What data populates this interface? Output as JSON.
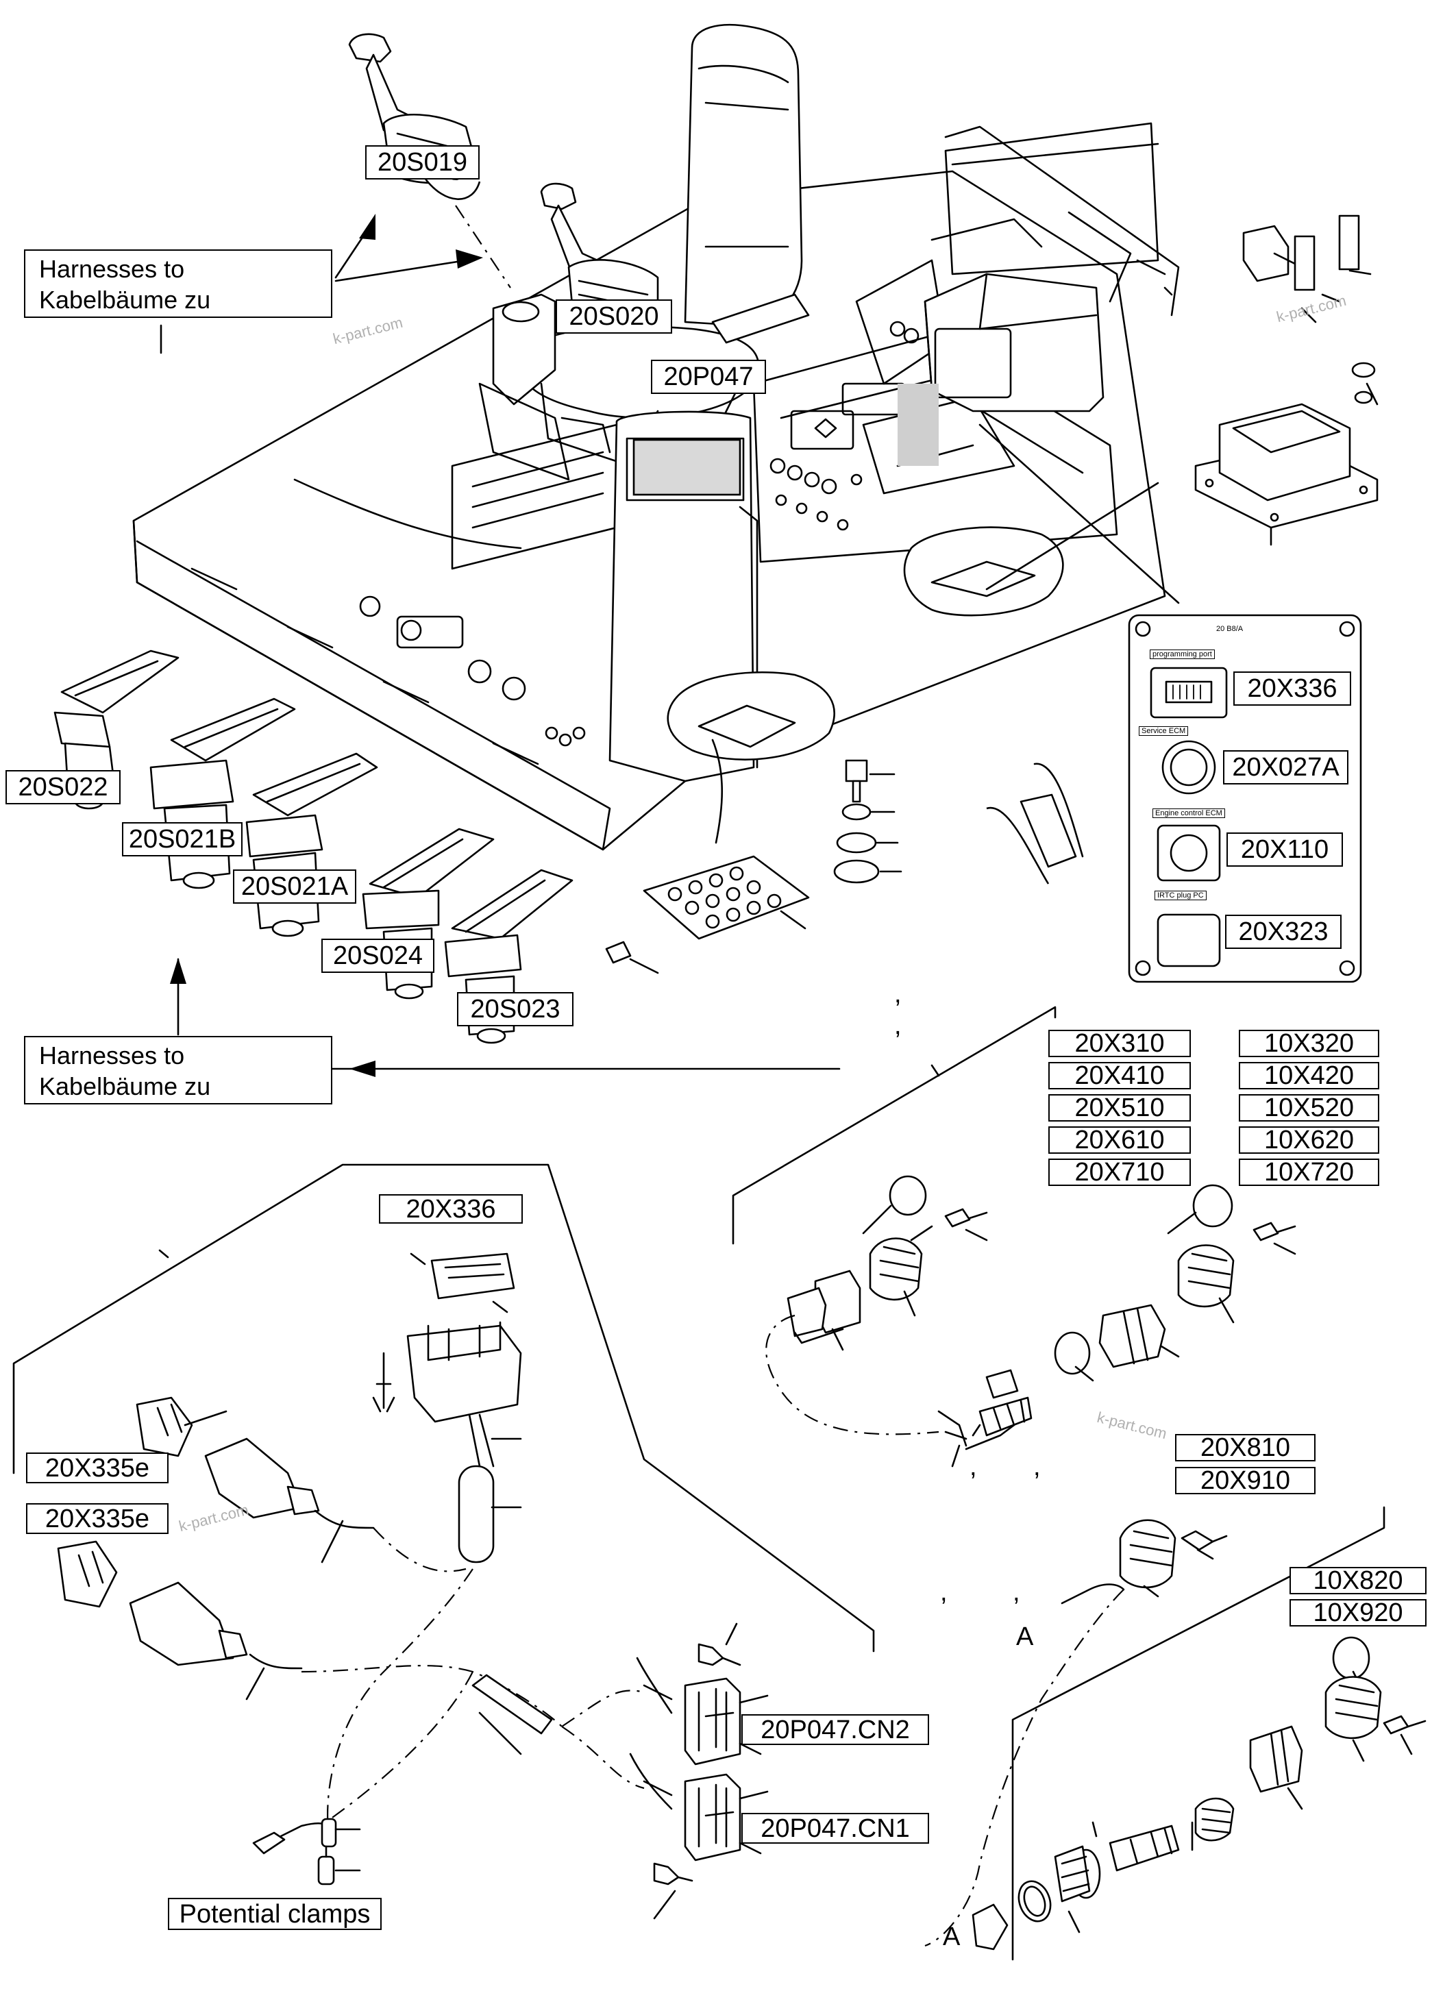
{
  "harness_notes": {
    "top": {
      "line1": "Harnesses to",
      "line2": "Kabelbäume zu"
    },
    "middle": {
      "line1": "Harnesses to",
      "line2": "Kabelbäume zu"
    }
  },
  "components": {
    "joystick_left": "20S019",
    "joystick_right": "20S020",
    "display": "20P047",
    "pedal_1": "20S022",
    "pedal_2": "20S021B",
    "pedal_3": "20S021A",
    "pedal_4": "20S024",
    "pedal_5": "20S023"
  },
  "connector_panel": {
    "title": "20 B8/A",
    "connectors": [
      "20X336",
      "20X027A",
      "20X110",
      "20X323"
    ],
    "captions": [
      "programming port",
      "Service ECM",
      "Engine control ECM",
      "IRTC plug PC"
    ]
  },
  "connector_table": {
    "left": [
      "20X310",
      "20X410",
      "20X510",
      "20X610",
      "20X710"
    ],
    "right": [
      "10X320",
      "10X420",
      "10X520",
      "10X620",
      "10X720"
    ]
  },
  "lower_right_labels": {
    "pair_a": [
      "20X810",
      "20X910"
    ],
    "pair_b": [
      "10X820",
      "10X920"
    ],
    "cut_mark": "A"
  },
  "lower_left_labels": {
    "header": "20X336",
    "probe_1": "20X335e",
    "probe_2": "20X335e",
    "display_cn2": "20P047.CN2",
    "display_cn1": "20P047.CN1",
    "potential_clamps": "Potential clamps"
  },
  "tick_marks": ",",
  "watermark": "k-part.com",
  "colors": {
    "line": "#000000",
    "background": "#ffffff",
    "shade": "#d9d9d9"
  }
}
